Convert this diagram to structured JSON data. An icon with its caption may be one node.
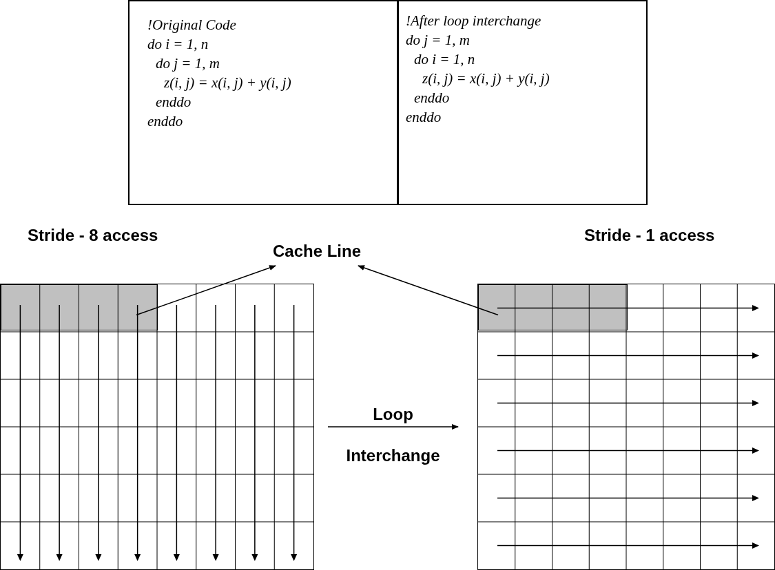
{
  "diagram": {
    "nodes": [
      {
        "text": [
          "!Original Code",
          "do i = 1, n",
          "do j = 1, m",
          "z(i, j) = x(i, j) + y(i, j)",
          "enddo",
          "enddo"
        ]
      },
      {
        "text": [
          "!After loop interchange",
          "do j = 1, m",
          "do i = 1, n",
          "z(i, j) = x(i, j) + y(i, j)",
          "enddo",
          "enddo"
        ]
      },
      {
        "text": [
          "Cache Line"
        ]
      },
      {
        "text": [],
        "shape": "grid"
      },
      {
        "text": [],
        "shape": "box",
        "in": 3
      },
      {
        "text": [],
        "shape": "grid"
      },
      {
        "text": [],
        "shape": "box",
        "in": 5
      }
    ],
    "edges": [
      {
        "from": 4,
        "to": 2,
        "arrow": "to"
      },
      {
        "from": 6,
        "to": 2,
        "arrow": "to"
      },
      {
        "from": 3,
        "to": 5,
        "arrow": "to",
        "label": "Loop Interchange"
      }
    ],
    "labels": [
      "Stride - 8 access",
      "Stride - 1 access"
    ]
  }
}
